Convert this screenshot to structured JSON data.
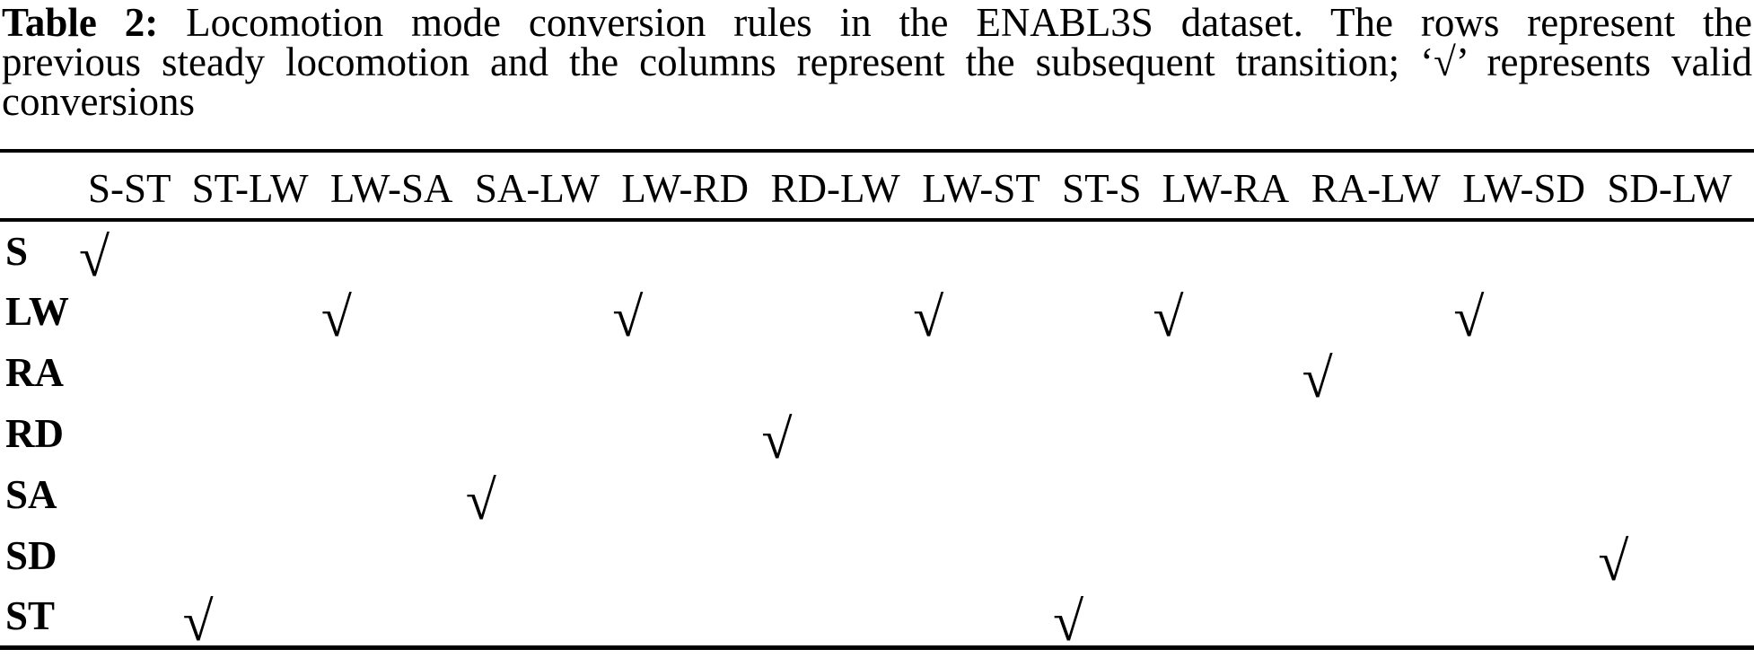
{
  "colors": {
    "background": "#ffffff",
    "text": "#000000",
    "rule": "#000000"
  },
  "caption": {
    "label": "Table 2:",
    "line1_rest": "Locomotion mode conversion rules in the ENABL3S dataset. The rows represent the",
    "line2": "previous steady locomotion and the columns represent the subsequent transition; ‘√’ represents valid",
    "line3": "conversions"
  },
  "table": {
    "check_glyph": "√",
    "columns": [
      "S-ST",
      "ST-LW",
      "LW-SA",
      "SA-LW",
      "LW-RD",
      "RD-LW",
      "LW-ST",
      "ST-S",
      "LW-RA",
      "RA-LW",
      "LW-SD",
      "SD-LW"
    ],
    "rows": [
      {
        "label": "S",
        "checks": [
          "S-ST"
        ]
      },
      {
        "label": "LW",
        "checks": [
          "LW-SA",
          "LW-RD",
          "LW-ST",
          "LW-RA",
          "LW-SD"
        ]
      },
      {
        "label": "RA",
        "checks": [
          "RA-LW"
        ]
      },
      {
        "label": "RD",
        "checks": [
          "RD-LW"
        ]
      },
      {
        "label": "SA",
        "checks": [
          "SA-LW"
        ]
      },
      {
        "label": "SD",
        "checks": [
          "SD-LW"
        ]
      },
      {
        "label": "ST",
        "checks": [
          "ST-LW",
          "ST-S"
        ]
      }
    ]
  }
}
